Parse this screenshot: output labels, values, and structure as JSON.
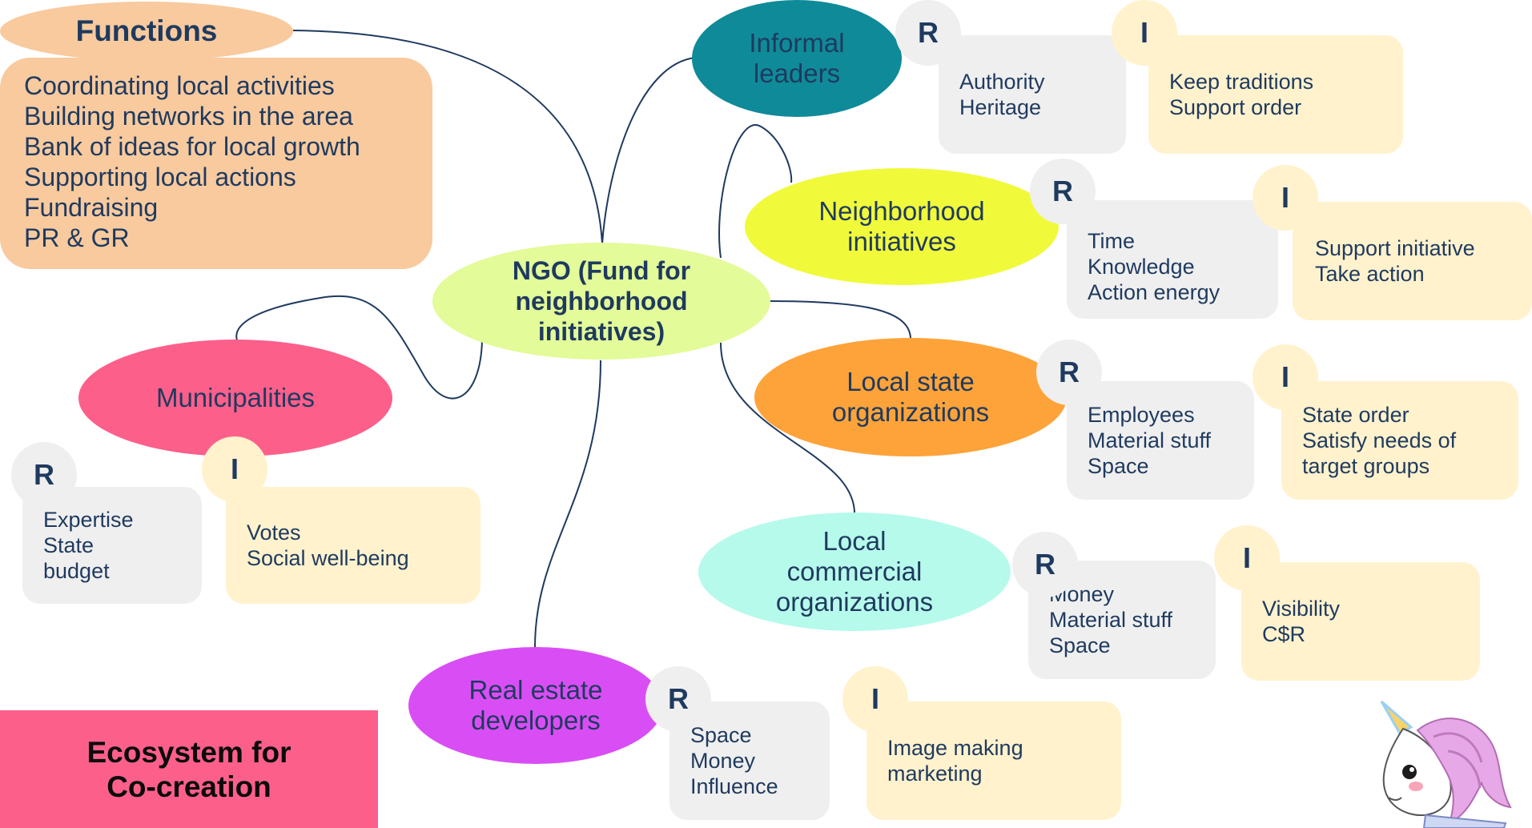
{
  "functions": {
    "title": "Functions",
    "items": [
      "Coordinating local activities",
      "Building networks in the area",
      "Bank of ideas for local growth",
      "Supporting local actions",
      "Fundraising",
      "PR & GR"
    ]
  },
  "center": {
    "label": "NGO (Fund for neighborhood initiatives)"
  },
  "badges": {
    "r": "R",
    "i": "I"
  },
  "stakeholders": {
    "informal_leaders": {
      "name": "Informal leaders",
      "color": "#0f8a99",
      "resources": "Authority\nHeritage",
      "interests": "Keep traditions\nSupport order"
    },
    "neighborhood_initiatives": {
      "name": "Neighborhood initiatives",
      "color": "#f0fa3a",
      "resources": "Time\nKnowledge\nAction energy",
      "interests": "Support initiative\nTake action"
    },
    "local_state_organizations": {
      "name": "Local state organizations",
      "color": "#fea33a",
      "resources": "Employees\nMaterial stuff\nSpace",
      "interests": "State order\nSatisfy needs of\ntarget groups"
    },
    "local_commercial_organizations": {
      "name": "Local commercial organizations",
      "color": "#b6faec",
      "resources": "Money\nMaterial stuff\nSpace",
      "interests": "Visibility\nC$R"
    },
    "real_estate_developers": {
      "name": "Real estate developers",
      "color": "#d94ef4",
      "resources": "Space\nMoney\nInfluence",
      "interests": "Image making\nmarketing"
    },
    "municipalities": {
      "name": "Municipalities",
      "color": "#fd5f8b",
      "resources": "Expertise\nState\nbudget",
      "interests": "Votes\nSocial well-being"
    }
  },
  "ecosystem_label": "Ecosystem for Co-creation",
  "colors": {
    "text": "#1f3a5f",
    "center_fill": "#e3fb98",
    "functions_fill": "#f8ca9e",
    "r_fill": "#efefef",
    "i_fill": "#fff2cd",
    "ecosystem_fill": "#fd5f8b"
  },
  "decorations": {
    "unicorn": "unicorn-illustration"
  }
}
